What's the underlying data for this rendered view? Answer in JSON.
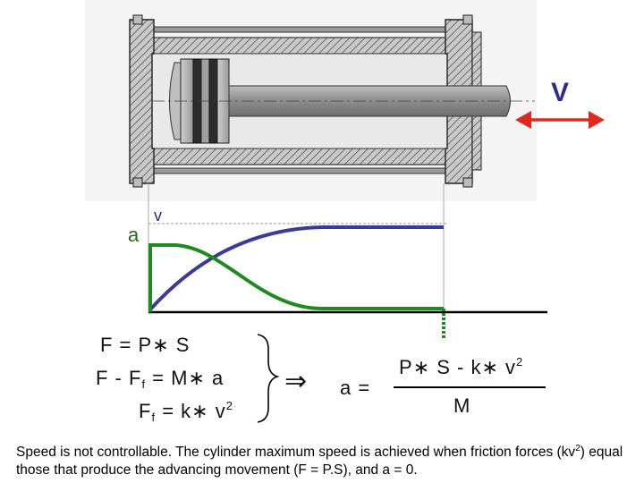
{
  "diagram": {
    "velocity_symbol": "V",
    "graph": {
      "acceleration_label": "a",
      "velocity_label": "v"
    }
  },
  "equations": {
    "line1": {
      "text": "F = P",
      "op": "∗",
      "tail": " S"
    },
    "line2": {
      "lead": "F -  F",
      "sub": "f",
      "mid": " = M",
      "op": "∗",
      "tail": " a"
    },
    "line3": {
      "lead": "F",
      "sub": "f",
      "mid": " = k",
      "op": "∗",
      "tail": " v",
      "sup": "2"
    },
    "implies": "⇒",
    "result_lhs": "a  =",
    "numerator": {
      "lead": "P",
      "op1": "∗",
      "mid": " S - k",
      "op2": "∗",
      "tail": " v",
      "sup": "2"
    },
    "denominator": "M"
  },
  "caption": {
    "part1": "Speed is not controllable. The cylinder maximum speed is achieved when friction forces (kv",
    "sup": "2",
    "part2": ") equal those that produce the advancing movement (F = P.S), and a = 0."
  },
  "colors": {
    "velocity_curve": "#3a3a9a",
    "acceleration_curve": "#1f8a1f",
    "arrow": "#e0281e",
    "hatch": "#555555",
    "body_fill": "#d8d8d8"
  }
}
